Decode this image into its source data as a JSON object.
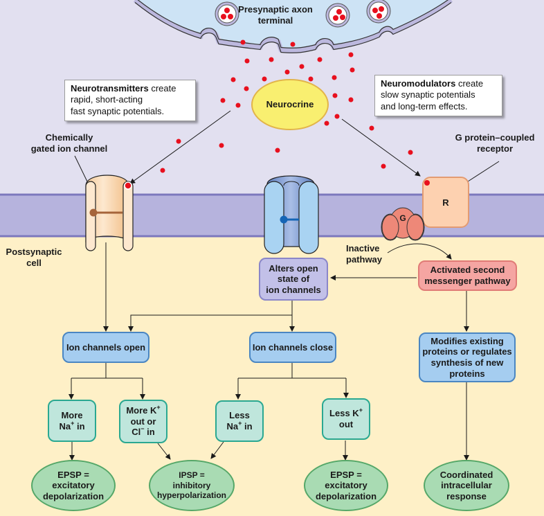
{
  "presynaptic": {
    "label": "Presynaptic axon\nterminal"
  },
  "neurocrine": {
    "label": "Neurocrine"
  },
  "callouts": {
    "neurotransmitters": {
      "bold": "Neurotransmitters",
      "rest": " create\nrapid, short-acting\nfast synaptic potentials."
    },
    "neuromodulators": {
      "bold": "Neuromodulators",
      "rest": " create\nslow synaptic potentials\nand long-term effects."
    }
  },
  "labels": {
    "chemically_gated": "Chemically\ngated ion channel",
    "gpcr": "G protein–coupled\nreceptor",
    "postsynaptic": "Postsynaptic\ncell",
    "inactive_pathway": "Inactive\npathway",
    "receptor_letter": "R",
    "gprotein_letter": "G"
  },
  "boxes": {
    "alters": "Alters open\nstate of\nion channels",
    "activated": "Activated second\nmessenger pathway",
    "ion_open": "Ion channels open",
    "ion_close": "Ion channels close",
    "modifies": "Modifies existing\nproteins or regulates\nsynthesis of new\nproteins",
    "more_na": {
      "pre": "More\nNa",
      "sup": "+",
      "post": " in"
    },
    "more_k": {
      "l1": "More K",
      "sup1": "+",
      "l2": "out or",
      "l3": "Cl",
      "sup3": "−",
      "l3b": " in"
    },
    "less_na": {
      "pre": "Less\nNa",
      "sup": "+",
      "post": " in"
    },
    "less_k": {
      "pre": "Less K",
      "sup": "+",
      "post": "\nout"
    }
  },
  "outcomes": {
    "epsp1": "EPSP =\nexcitatory\ndepolarization",
    "ipsp": "IPSP =\ninhibitory\nhyperpolarization",
    "epsp2": "EPSP =\nexcitatory\ndepolarization",
    "coordinated": "Coordinated\nintracellular\nresponse"
  },
  "colors": {
    "extracellular": "#e2e0f0",
    "membrane": "#b6b3dd",
    "membrane_edge": "#7c78bd",
    "cytoplasm": "#fef0c7",
    "axon": "#cde3f5",
    "neurotransmitter": "#e8101e",
    "neurocrine": "#f9ef70"
  }
}
